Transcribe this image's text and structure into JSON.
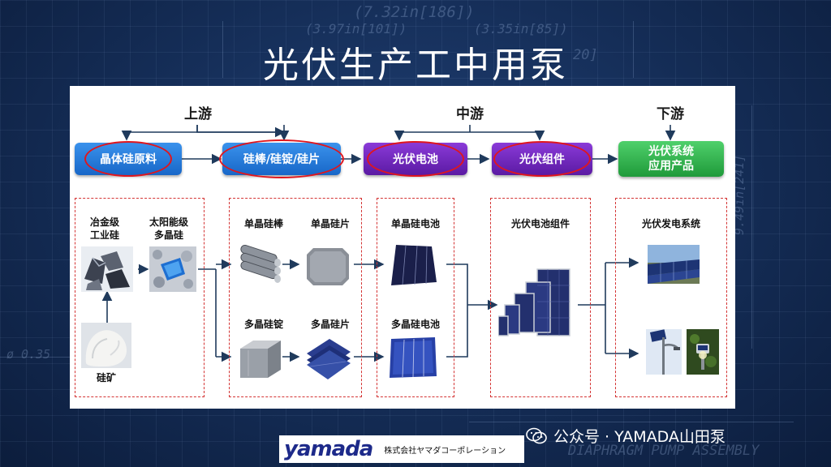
{
  "title": "光伏生产工中用泵",
  "background_text": {
    "dim_top": "(7.32in[186])",
    "dim_mid_left": "(3.97in[101])",
    "dim_mid_right": "(3.35in[85])",
    "dim_small": "20]",
    "dim_right": "9.49in[241]",
    "dim_left": "ø 0.35",
    "bottom_text": "DIAPHRAGM PUMP ASSEMBLY"
  },
  "stages": {
    "upstream": "上游",
    "midstream": "中游",
    "downstream": "下游"
  },
  "chain": [
    {
      "label": "晶体硅原料",
      "color": "blue"
    },
    {
      "label": "硅棒/硅锭/硅片",
      "color": "blue"
    },
    {
      "label": "光伏电池",
      "color": "purple"
    },
    {
      "label": "光伏组件",
      "color": "purple"
    },
    {
      "label": "光伏系统\n应用产品",
      "color": "green"
    }
  ],
  "details": {
    "raw": {
      "metallurgical": "冶金级\n工业硅",
      "solar_poly": "太阳能级\n多晶硅",
      "ore": "硅矿"
    },
    "ingots": {
      "mono_rod": "单晶硅棒",
      "mono_wafer": "单晶硅片",
      "multi_ingot": "多晶硅锭",
      "multi_wafer": "多晶硅片"
    },
    "cells": {
      "mono_cell": "单晶硅电池",
      "multi_cell": "多晶硅电池"
    },
    "modules": {
      "module": "光伏电池组件"
    },
    "systems": {
      "system": "光伏发电系统"
    }
  },
  "footer": {
    "logo": "yamada",
    "company": "株式会社ヤマダコーポレーション"
  },
  "watermark": "公众号 · YAMADA山田泵",
  "colors": {
    "blue_pill": "#1f6fd0",
    "purple_pill": "#6a24b8",
    "green_pill": "#2bb04a",
    "highlight_ring": "#e0161d",
    "dashed_border": "#d43434",
    "arrow": "#1f3a5c"
  }
}
